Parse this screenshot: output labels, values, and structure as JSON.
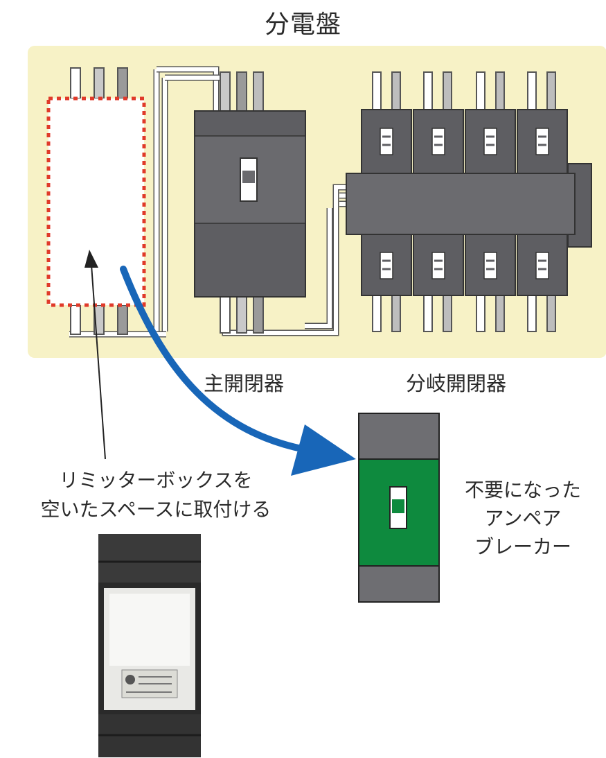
{
  "title": "分電盤",
  "labels": {
    "main_switch": "主開閉器",
    "branch_switch": "分岐開閉器",
    "instruction_line1": "リミッターボックスを",
    "instruction_line2": "空いたスペースに取付ける",
    "unused_line1": "不要になった",
    "unused_line2": "アンペア",
    "unused_line3": "ブレーカー"
  },
  "colors": {
    "panel_background": "#f7f2c6",
    "breaker_body": "#5e5e62",
    "ampere_breaker_green": "#0e8a3e",
    "arrow_blue": "#1866b8",
    "placeholder_border": "#e03a2a"
  }
}
